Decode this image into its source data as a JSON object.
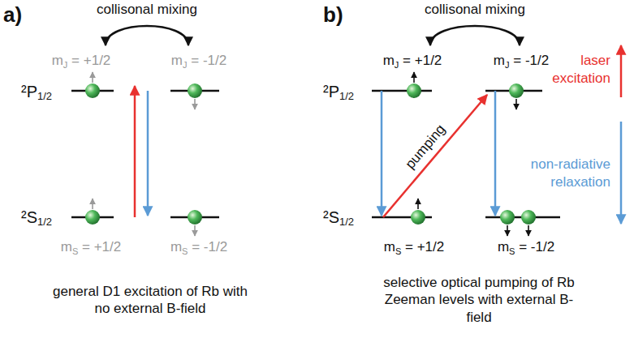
{
  "diagram": {
    "labels": [
      "a)",
      "collisonal mixing",
      "mJ = +1/2",
      "mJ = -1/2",
      "²P1/2",
      "²S1/2",
      "mS = +1/2",
      "mS = -1/2",
      "general D1 excitation of Rb with no external B-field",
      "b)",
      "collisonal mixing",
      "mJ = +1/2",
      "mJ = -1/2",
      "²P1/2",
      "²S1/2",
      "pumping",
      "mS = +1/2",
      "mS = -1/2",
      "selective optical pumping of Rb Zeeman levels with external B-field"
    ],
    "legend": [
      {
        "text": "laser excitation"
      },
      {
        "text": "non-radiative relaxation"
      }
    ]
  }
}
